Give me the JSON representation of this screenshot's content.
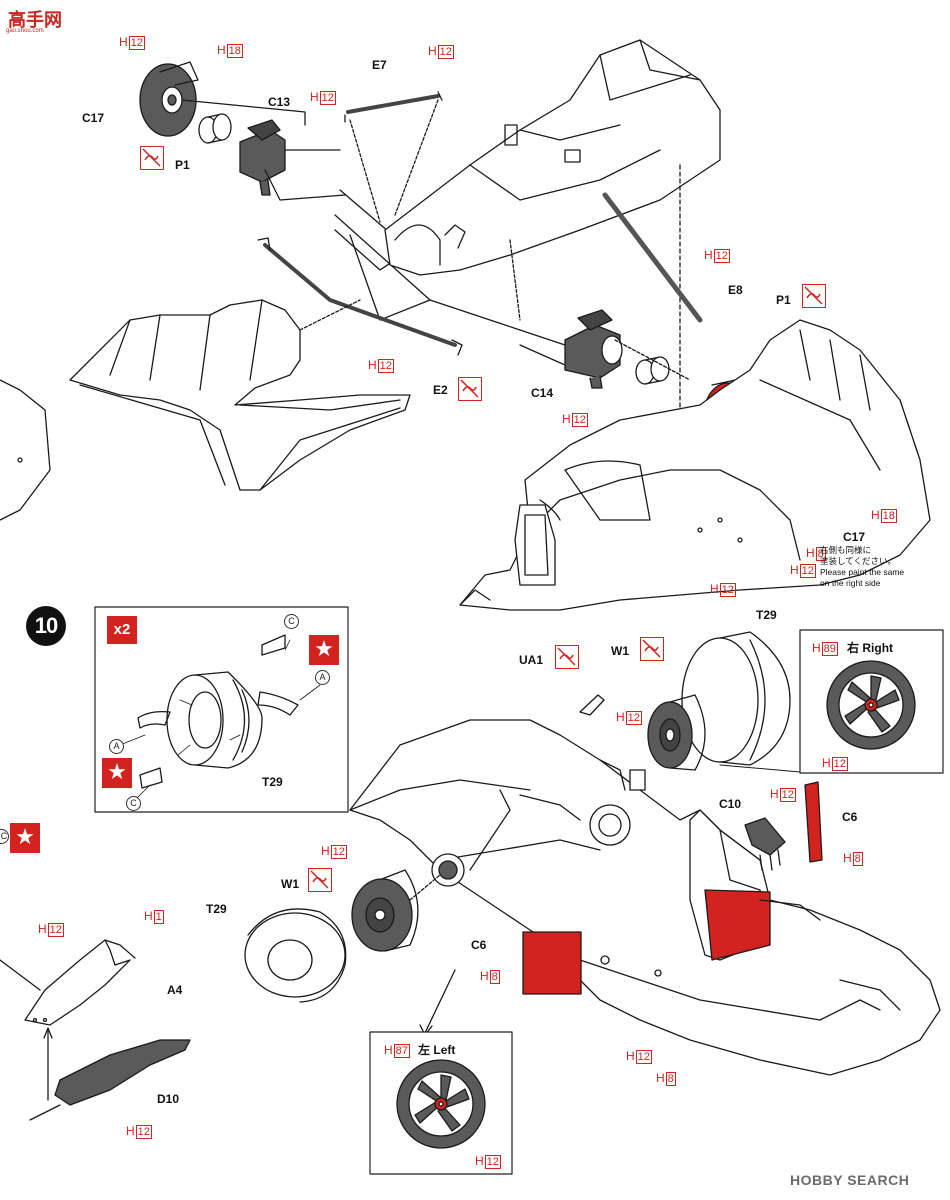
{
  "watermark": {
    "logo_text": "高手网",
    "logo_sub": "gao.shou.com",
    "brand": "HOBBY SEARCH"
  },
  "step": {
    "number": "10",
    "multiplier": "x2"
  },
  "upper": {
    "labels": {
      "c17_left": "C17",
      "p1_left": "P1",
      "c13": "C13",
      "e7": "E7",
      "e8": "E8",
      "e2": "E2",
      "c14": "C14",
      "p1_right": "P1",
      "c17_right": "C17"
    },
    "codes": [
      {
        "letter": "H",
        "num": "12"
      },
      {
        "letter": "H",
        "num": "18"
      },
      {
        "letter": "H",
        "num": "12"
      },
      {
        "letter": "H",
        "num": "12"
      },
      {
        "letter": "H",
        "num": "12"
      },
      {
        "letter": "H",
        "num": "12"
      },
      {
        "letter": "H",
        "num": "12"
      },
      {
        "letter": "H",
        "num": "18"
      },
      {
        "letter": "H",
        "num": "8"
      },
      {
        "letter": "H",
        "num": "12"
      }
    ],
    "note_jp_1": "右側も同様に",
    "note_jp_2": "塗装してください。",
    "note_en_1": "Please paint the same",
    "note_en_2": "on the right side"
  },
  "tire_box": {
    "t29": "T29",
    "a1": "A",
    "a2": "A",
    "c1": "C",
    "c2": "C"
  },
  "lower": {
    "labels": {
      "ua1": "UA1",
      "w1_top": "W1",
      "t29_top": "T29",
      "c10": "C10",
      "c6_right": "C6",
      "w1_left": "W1",
      "t29_left": "T29",
      "c6_left": "C6",
      "a4": "A4",
      "d10": "D10"
    },
    "right_box": {
      "code_letter": "H",
      "code_num": "89",
      "side_jp": "右",
      "side_en": "Right",
      "code2_letter": "H",
      "code2_num": "12"
    },
    "left_box": {
      "code_letter": "H",
      "code_num": "87",
      "side_jp": "左",
      "side_en": "Left",
      "code2_letter": "H",
      "code2_num": "12"
    },
    "codes": [
      {
        "letter": "H",
        "num": "12"
      },
      {
        "letter": "H",
        "num": "12"
      },
      {
        "letter": "H",
        "num": "8"
      },
      {
        "letter": "H",
        "num": "12"
      },
      {
        "letter": "H",
        "num": "8"
      },
      {
        "letter": "H",
        "num": "12"
      },
      {
        "letter": "H",
        "num": "8"
      },
      {
        "letter": "H",
        "num": "12"
      },
      {
        "letter": "H",
        "num": "12"
      },
      {
        "letter": "H",
        "num": "1"
      },
      {
        "letter": "H",
        "num": "12"
      }
    ],
    "side_circle": "C"
  },
  "colors": {
    "accent_red": "#d3231f",
    "gray_part": "#5a5a5a",
    "line": "#1a1a1a"
  }
}
